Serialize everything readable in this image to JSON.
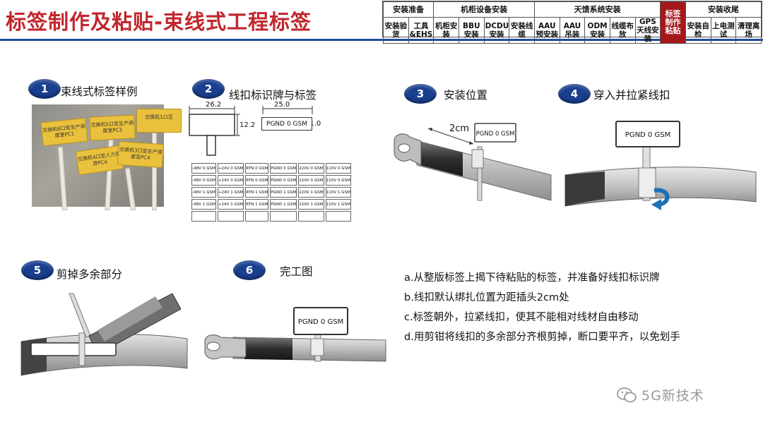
{
  "header": {
    "title": "标签制作及粘贴-束线式工程标签",
    "groups": [
      "安装准备",
      "机柜设备安装",
      "天馈系统安装",
      "标签制作粘贴",
      "安装收尾"
    ],
    "items": [
      {
        "label": "安装验货",
        "group": 0
      },
      {
        "label": "工具&EHS",
        "group": 0
      },
      {
        "label": "机柜安装",
        "group": 1
      },
      {
        "label": "BBU安装",
        "group": 1
      },
      {
        "label": "DCDU安装",
        "group": 1
      },
      {
        "label": "安装线缆",
        "group": 1
      },
      {
        "label": "AAU预安装",
        "group": 2
      },
      {
        "label": "AAU吊装",
        "group": 2
      },
      {
        "label": "ODM安装",
        "group": 2
      },
      {
        "label": "线缆布放",
        "group": 2
      },
      {
        "label": "GPS天线安装",
        "group": 2
      },
      {
        "label": "安装自检",
        "group": 4
      },
      {
        "label": "上电测试",
        "group": 4
      },
      {
        "label": "清理离场",
        "group": 4
      }
    ],
    "active_group": "标签制作粘贴"
  },
  "steps": [
    {
      "num": "1",
      "label": "束线式标签样例"
    },
    {
      "num": "2",
      "label": "线扣标识牌与标签"
    },
    {
      "num": "3",
      "label": "安装位置"
    },
    {
      "num": "4",
      "label": "穿入并拉紧线扣"
    },
    {
      "num": "5",
      "label": "剪掉多余部分"
    },
    {
      "num": "6",
      "label": "完工图"
    }
  ],
  "photo_tags": [
    "交换机6口至生产调度室PC1",
    "交换机5口至生产调度室PC3",
    "交换机1口至",
    "交换机4口至人力资源PC4",
    "交换机3口至生产调度室PC4"
  ],
  "drawing": {
    "dim_width_large": "26.2",
    "dim_height_large": "12.2",
    "dim_width_small": "25.0",
    "dim_height_small": "11.0",
    "tag_text": "PGND 0 GSM",
    "grid": [
      [
        "-48V 0 GSM",
        "+24V 0 GSM",
        "RTN 0 GSM",
        "PGND 0 GSM",
        "220V 0 GSM",
        "110V 0 GSM"
      ],
      [
        "-48V 0 GSM",
        "+24V 0 GSM",
        "RTN 0 GSM",
        "PGND 0 GSM",
        "220V 0 GSM",
        "110V 0 GSM"
      ],
      [
        "-48V 1 GSM",
        "+24V 1 GSM",
        "RTN 1 GSM",
        "PGND 1 GSM",
        "220V 1 GSM",
        "110V 1 GSM"
      ],
      [
        "-48V 1 GSM",
        "+24V 1 GSM",
        "RTN 1 GSM",
        "PGND 1 GSM",
        "220V 1 GSM",
        "110V 1 GSM"
      ],
      [
        "",
        "",
        "",
        "",
        "",
        ""
      ]
    ]
  },
  "position_label": "2cm",
  "instructions": [
    "a.从整版标签上揭下待粘贴的标签，并准备好线扣标识牌",
    "b.线扣默认绑扎位置为距插头2cm处",
    "c.标签朝外，拉紧线扣，使其不能相对线材自由移动",
    "d.用剪钳将线扣的多余部分齐根剪掉，断口要平齐，以免划手"
  ],
  "watermark": "5G新技术",
  "colors": {
    "title_red": "#c0262d",
    "nav_active": "#a6171c",
    "badge_blue": "#1a3f8f",
    "rule_blue": "#1f4e9a"
  }
}
